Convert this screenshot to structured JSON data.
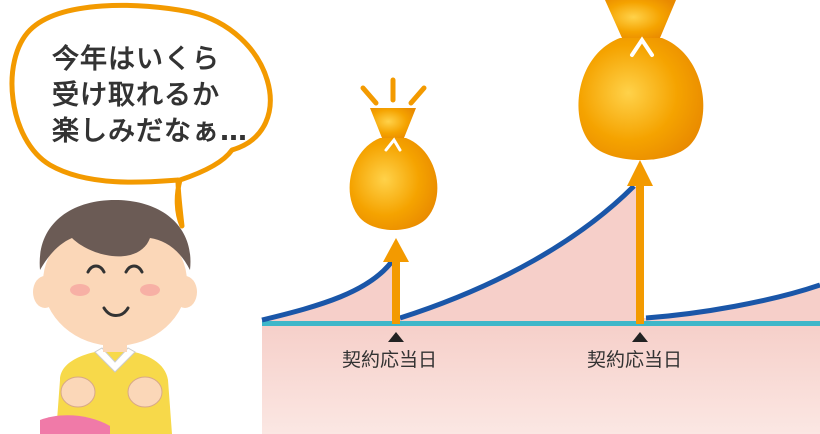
{
  "speech_bubble": {
    "lines": [
      "今年はいくら",
      "受け取れるか",
      "楽しみだなぁ…"
    ]
  },
  "timeline": {
    "markers": [
      {
        "label": "契約応当日"
      },
      {
        "label": "契約応当日"
      }
    ]
  },
  "colors": {
    "curve": "#1a56a8",
    "baseline": "#3fb7c9",
    "area": "#f6cfc9",
    "arrow": "#f39a00",
    "bag": "#f5a300",
    "bubble_border": "#f39a00"
  },
  "icons": {
    "bag": "money-bag-icon",
    "marker": "triangle-marker-icon",
    "arrow": "up-arrow-icon",
    "sparkle": "sparkle-icon"
  }
}
